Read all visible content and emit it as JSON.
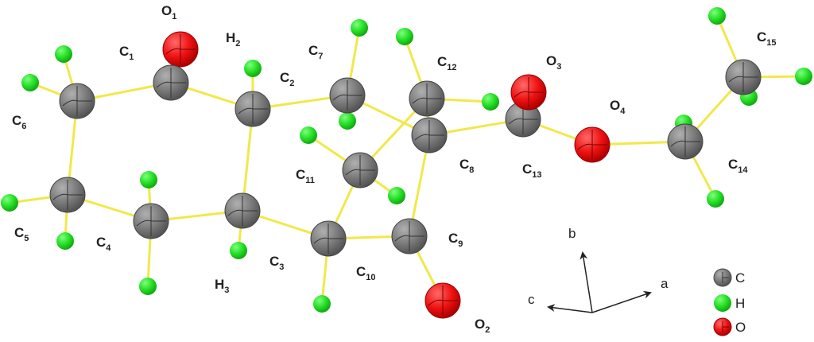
{
  "colors": {
    "bond": "#f1e84a",
    "carbon": "#808080",
    "hydrogen": "#22dd22",
    "oxygen": "#ee1111"
  },
  "atoms": [
    {
      "id": "O1",
      "element": "O",
      "label": "O",
      "sub": "1"
    },
    {
      "id": "C1",
      "element": "C",
      "label": "C",
      "sub": "1"
    },
    {
      "id": "C2",
      "element": "C",
      "label": "C",
      "sub": "2"
    },
    {
      "id": "C3",
      "element": "C",
      "label": "C",
      "sub": "3"
    },
    {
      "id": "C4",
      "element": "C",
      "label": "C",
      "sub": "4"
    },
    {
      "id": "C5",
      "element": "C",
      "label": "C",
      "sub": "5"
    },
    {
      "id": "C6",
      "element": "C",
      "label": "C",
      "sub": "6"
    },
    {
      "id": "C7",
      "element": "C",
      "label": "C",
      "sub": "7"
    },
    {
      "id": "C8",
      "element": "C",
      "label": "C",
      "sub": "8"
    },
    {
      "id": "C9",
      "element": "C",
      "label": "C",
      "sub": "9"
    },
    {
      "id": "C10",
      "element": "C",
      "label": "C",
      "sub": "10"
    },
    {
      "id": "C11",
      "element": "C",
      "label": "C",
      "sub": "11"
    },
    {
      "id": "C12",
      "element": "C",
      "label": "C",
      "sub": "12"
    },
    {
      "id": "C13",
      "element": "C",
      "label": "C",
      "sub": "13"
    },
    {
      "id": "C14",
      "element": "C",
      "label": "C",
      "sub": "14"
    },
    {
      "id": "C15",
      "element": "C",
      "label": "C",
      "sub": "15"
    },
    {
      "id": "O2",
      "element": "O",
      "label": "O",
      "sub": "2"
    },
    {
      "id": "O3",
      "element": "O",
      "label": "O",
      "sub": "3"
    },
    {
      "id": "O4",
      "element": "O",
      "label": "O",
      "sub": "4"
    },
    {
      "id": "H2",
      "element": "H",
      "label": "H",
      "sub": "2"
    },
    {
      "id": "H3",
      "element": "H",
      "label": "H",
      "sub": "3"
    },
    {
      "id": "Ha",
      "element": "H"
    },
    {
      "id": "Hb",
      "element": "H"
    },
    {
      "id": "Hc",
      "element": "H"
    },
    {
      "id": "Hd",
      "element": "H"
    },
    {
      "id": "He",
      "element": "H"
    },
    {
      "id": "Hf",
      "element": "H"
    },
    {
      "id": "Hg",
      "element": "H"
    },
    {
      "id": "Hh",
      "element": "H"
    },
    {
      "id": "Hi",
      "element": "H"
    },
    {
      "id": "Hj",
      "element": "H"
    },
    {
      "id": "Hk",
      "element": "H"
    },
    {
      "id": "Hl",
      "element": "H"
    },
    {
      "id": "Hm",
      "element": "H"
    },
    {
      "id": "Hn",
      "element": "H"
    },
    {
      "id": "Ho",
      "element": "H"
    },
    {
      "id": "Hp",
      "element": "H"
    },
    {
      "id": "Hq",
      "element": "H"
    },
    {
      "id": "Hr",
      "element": "H"
    },
    {
      "id": "Hs",
      "element": "H"
    },
    {
      "id": "Ht",
      "element": "H"
    }
  ],
  "bonds": [
    [
      "C1",
      "C6"
    ],
    [
      "C1",
      "C2"
    ],
    [
      "C1",
      "O1"
    ],
    [
      "C6",
      "C5"
    ],
    [
      "C5",
      "C4"
    ],
    [
      "C4",
      "C3"
    ],
    [
      "C3",
      "C2"
    ],
    [
      "C2",
      "C7"
    ],
    [
      "C7",
      "C8"
    ],
    [
      "C8",
      "C9"
    ],
    [
      "C9",
      "C10"
    ],
    [
      "C10",
      "C3"
    ],
    [
      "C10",
      "C11"
    ],
    [
      "C11",
      "C12"
    ],
    [
      "C12",
      "C8"
    ],
    [
      "C8",
      "C13"
    ],
    [
      "C13",
      "O3"
    ],
    [
      "C13",
      "O4"
    ],
    [
      "O4",
      "C14"
    ],
    [
      "C14",
      "C15"
    ],
    [
      "C9",
      "O2"
    ],
    [
      "C6",
      "Ha"
    ],
    [
      "C6",
      "Hb"
    ],
    [
      "C5",
      "Hc"
    ],
    [
      "C5",
      "Hd"
    ],
    [
      "C4",
      "He"
    ],
    [
      "C4",
      "Hf"
    ],
    [
      "C2",
      "H2"
    ],
    [
      "C3",
      "H3"
    ],
    [
      "C7",
      "Hg"
    ],
    [
      "C7",
      "Hh"
    ],
    [
      "C12",
      "Hi"
    ],
    [
      "C12",
      "Hj"
    ],
    [
      "C11",
      "Hk"
    ],
    [
      "C11",
      "Hl"
    ],
    [
      "C10",
      "Hm"
    ],
    [
      "C14",
      "Hn"
    ],
    [
      "C14",
      "Ho"
    ],
    [
      "C15",
      "Hp"
    ],
    [
      "C15",
      "Hq"
    ],
    [
      "C15",
      "Hr"
    ]
  ],
  "axes": {
    "a": "a",
    "b": "b",
    "c": "c"
  },
  "legend": [
    {
      "element": "C",
      "label": "C"
    },
    {
      "element": "H",
      "label": "H"
    },
    {
      "element": "O",
      "label": "O"
    }
  ]
}
